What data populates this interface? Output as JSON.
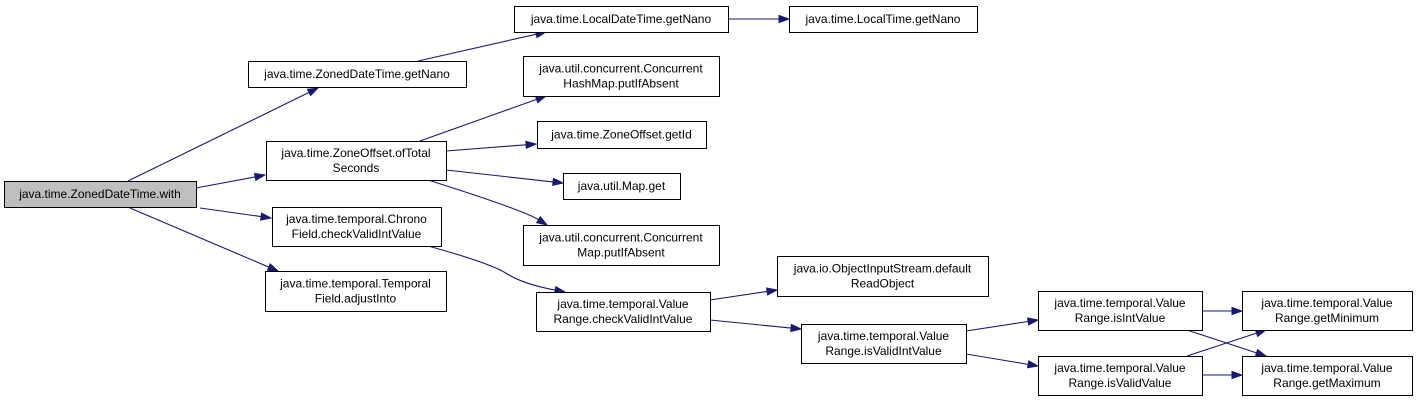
{
  "diagram": {
    "colors": {
      "node_fill": "#ffffff",
      "root_fill": "#bfbfbf",
      "edge": "#191970",
      "border": "#000000"
    },
    "nodes": [
      {
        "id": "n0",
        "lines": [
          "java.time.ZonedDateTime.with"
        ],
        "root": true
      },
      {
        "id": "n1",
        "lines": [
          "java.time.ZonedDateTime.getNano"
        ]
      },
      {
        "id": "n2",
        "lines": [
          "java.time.LocalDateTime.getNano"
        ]
      },
      {
        "id": "n3",
        "lines": [
          "java.time.LocalTime.getNano"
        ]
      },
      {
        "id": "n4",
        "lines": [
          "java.time.ZoneOffset.ofTotal",
          "Seconds"
        ]
      },
      {
        "id": "n5",
        "lines": [
          "java.util.concurrent.Concurrent",
          "HashMap.putIfAbsent"
        ]
      },
      {
        "id": "n6",
        "lines": [
          "java.time.ZoneOffset.getId"
        ]
      },
      {
        "id": "n7",
        "lines": [
          "java.util.Map.get"
        ]
      },
      {
        "id": "n8",
        "lines": [
          "java.util.concurrent.Concurrent",
          "Map.putIfAbsent"
        ]
      },
      {
        "id": "n9",
        "lines": [
          "java.time.temporal.Chrono",
          "Field.checkValidIntValue"
        ]
      },
      {
        "id": "n10",
        "lines": [
          "java.time.temporal.Temporal",
          "Field.adjustInto"
        ]
      },
      {
        "id": "n11",
        "lines": [
          "java.time.temporal.Value",
          "Range.checkValidIntValue"
        ]
      },
      {
        "id": "n12",
        "lines": [
          "java.io.ObjectInputStream.default",
          "ReadObject"
        ]
      },
      {
        "id": "n13",
        "lines": [
          "java.time.temporal.Value",
          "Range.isValidIntValue"
        ]
      },
      {
        "id": "n14",
        "lines": [
          "java.time.temporal.Value",
          "Range.isIntValue"
        ]
      },
      {
        "id": "n15",
        "lines": [
          "java.time.temporal.Value",
          "Range.isValidValue"
        ]
      },
      {
        "id": "n16",
        "lines": [
          "java.time.temporal.Value",
          "Range.getMinimum"
        ]
      },
      {
        "id": "n17",
        "lines": [
          "java.time.temporal.Value",
          "Range.getMaximum"
        ]
      }
    ],
    "edges": [
      [
        "n0",
        "n1"
      ],
      [
        "n0",
        "n4"
      ],
      [
        "n0",
        "n9"
      ],
      [
        "n0",
        "n10"
      ],
      [
        "n1",
        "n2"
      ],
      [
        "n2",
        "n3"
      ],
      [
        "n4",
        "n5"
      ],
      [
        "n4",
        "n6"
      ],
      [
        "n4",
        "n7"
      ],
      [
        "n4",
        "n8"
      ],
      [
        "n9",
        "n11"
      ],
      [
        "n11",
        "n12"
      ],
      [
        "n11",
        "n13"
      ],
      [
        "n13",
        "n14"
      ],
      [
        "n13",
        "n15"
      ],
      [
        "n14",
        "n16"
      ],
      [
        "n14",
        "n17"
      ],
      [
        "n15",
        "n16"
      ],
      [
        "n15",
        "n17"
      ]
    ]
  }
}
